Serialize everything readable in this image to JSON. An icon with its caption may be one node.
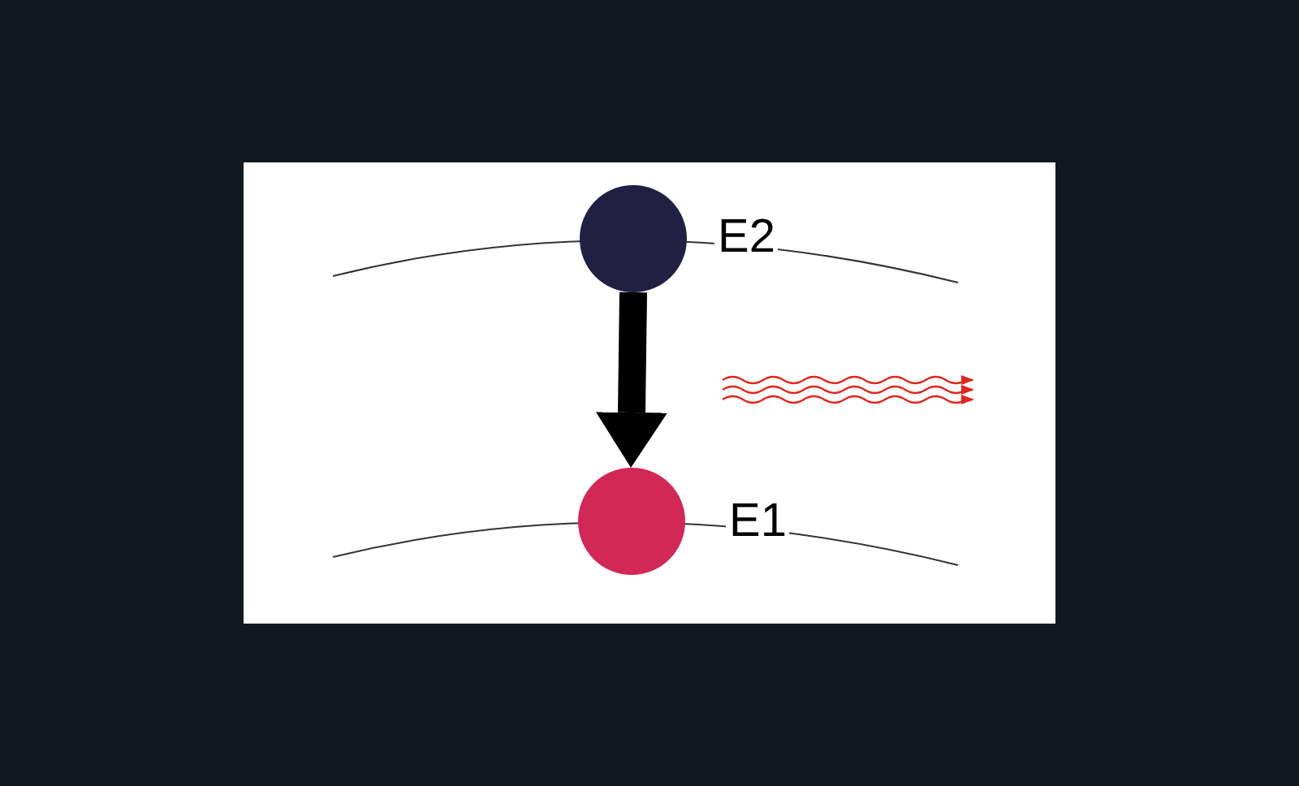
{
  "diagram": {
    "nodes": [
      {
        "text": [
          "E2"
        ]
      },
      {
        "text": [
          "E1"
        ]
      }
    ],
    "edges": [
      {
        "from": 0,
        "to": 1,
        "arrow": "to"
      }
    ]
  }
}
